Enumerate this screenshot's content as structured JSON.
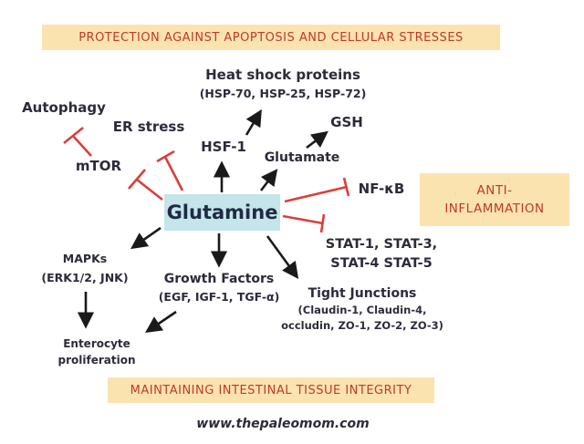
{
  "banners": {
    "top": "PROTECTION AGAINST APOPTOSIS AND CELLULAR STRESSES",
    "right": "ANTI-\nINFLAMMATION",
    "bottom": "MAINTAINING INTESTINAL TISSUE INTEGRITY"
  },
  "center": "Glutamine",
  "nodes": {
    "heat_shock_title": "Heat shock proteins",
    "heat_shock_sub": "(HSP-70, HSP-25, HSP-72)",
    "autophagy": "Autophagy",
    "er_stress": "ER stress",
    "mtor": "mTOR",
    "hsf1": "HSF-1",
    "gsh": "GSH",
    "glutamate": "Glutamate",
    "nfkb": "NF-κB",
    "stat_line1": "STAT-1, STAT-3,",
    "stat_line2": "STAT-4 STAT-5",
    "mapks_title": "MAPKs",
    "mapks_sub": "(ERK1/2, JNK)",
    "growth_title": "Growth Factors",
    "growth_sub": "(EGF, IGF-1, TGF-α)",
    "tight_title": "Tight Junctions",
    "tight_sub1": "(Claudin-1, Claudin-4,",
    "tight_sub2": "occludin, ZO-1, ZO-2, ZO-3)",
    "entero_line1": "Enterocyte",
    "entero_line2": "proliferation"
  },
  "footer": "www.thepaleomom.com",
  "colors": {
    "banner_bg": "#fbe3b0",
    "banner_text": "#c0392b",
    "center_bg": "#c4e5ea",
    "inhibit": "#d9403a",
    "arrow": "#1a1a1a"
  }
}
